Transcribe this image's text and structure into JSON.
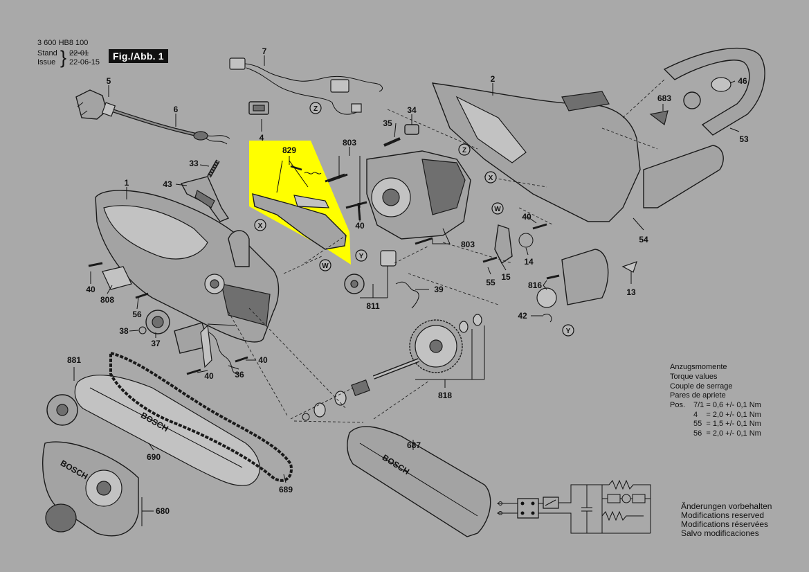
{
  "header": {
    "part_number": "3 600 HB8 100",
    "stand_label": "Stand",
    "stand_value": "22-01",
    "issue_label": "Issue",
    "issue_value": "22-06-15",
    "fig_label": "Fig./Abb. 1"
  },
  "part_labels": {
    "p1": "1",
    "p2": "2",
    "p4": "4",
    "p5": "5",
    "p6": "6",
    "p7": "7",
    "p13": "13",
    "p14": "14",
    "p15": "15",
    "p33": "33",
    "p34": "34",
    "p35": "35",
    "p36": "36",
    "p37": "37",
    "p38": "38",
    "p39": "39",
    "p40a": "40",
    "p40b": "40",
    "p40c": "40",
    "p40d": "40",
    "p40e": "40",
    "p42": "42",
    "p43": "43",
    "p46": "46",
    "p53": "53",
    "p54": "54",
    "p55a": "55",
    "p56": "56",
    "p680": "680",
    "p683": "683",
    "p687": "687",
    "p689": "689",
    "p690": "690",
    "p803a": "803",
    "p803b": "803",
    "p808": "808",
    "p811": "811",
    "p816": "816",
    "p818": "818",
    "p829": "829",
    "p881": "881"
  },
  "ref_circles": {
    "z1": "Z",
    "z2": "Z",
    "x1": "X",
    "x2": "X",
    "w1": "W",
    "w2": "W",
    "y1": "Y",
    "y2": "Y"
  },
  "brand_text": {
    "bar": "BOSCH",
    "guard": "BOSCH",
    "cover": "BOSCH"
  },
  "highlight": {
    "part": "829",
    "color": "#ffff00"
  },
  "torque": {
    "title_de": "Anzugsmomente",
    "title_en": "Torque values",
    "title_fr": "Couple de serrage",
    "title_es": "Pares de apriete",
    "rows": [
      {
        "pos": "Pos.",
        "spec": "7/1 = 0,6 +/- 0,1 Nm"
      },
      {
        "pos": "",
        "spec": "4    = 2,0 +/- 0,1 Nm"
      },
      {
        "pos": "",
        "spec": "55  = 1,5 +/- 0,1 Nm"
      },
      {
        "pos": "",
        "spec": "56  = 2,0 +/- 0,1 Nm"
      }
    ]
  },
  "modifications": {
    "de": "Änderungen vorbehalten",
    "en": "Modifications reserved",
    "fr": "Modifications réservées",
    "es": "Salvo modificaciones"
  }
}
